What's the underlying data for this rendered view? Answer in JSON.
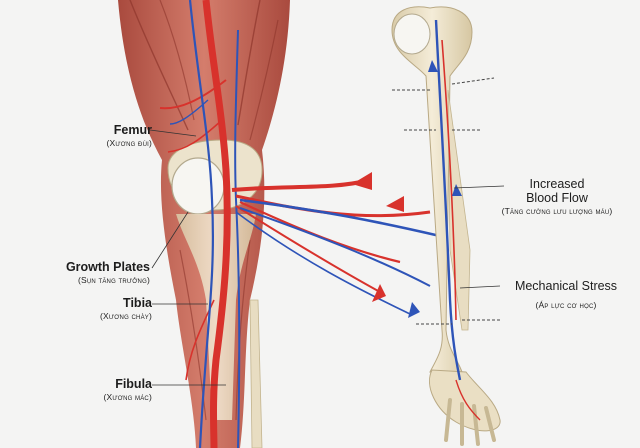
{
  "labels": {
    "femur": {
      "en": "Femur",
      "vi": "(Xương đùi)"
    },
    "growth_plates": {
      "en": "Growth Plates",
      "vi": "(Sụn tăng trưởng)"
    },
    "tibia": {
      "en": "Tibia",
      "vi": "(Xương chày)"
    },
    "fibula": {
      "en": "Fibula",
      "vi": "(Xương mác)"
    },
    "increased_blood_flow": {
      "en_line1": "Increased",
      "en_line2": "Blood Flow",
      "vi": "(Tăng cường lưu lượng máu)"
    },
    "mechanical_stress": {
      "en": "Mechanical Stress",
      "vi": "(Áp lực cơ học)"
    }
  },
  "colors": {
    "artery": "#d8322c",
    "vein": "#2e54b8",
    "muscle": "#c9695a",
    "bone": "#eee4cc",
    "background": "#f4f4f3"
  }
}
